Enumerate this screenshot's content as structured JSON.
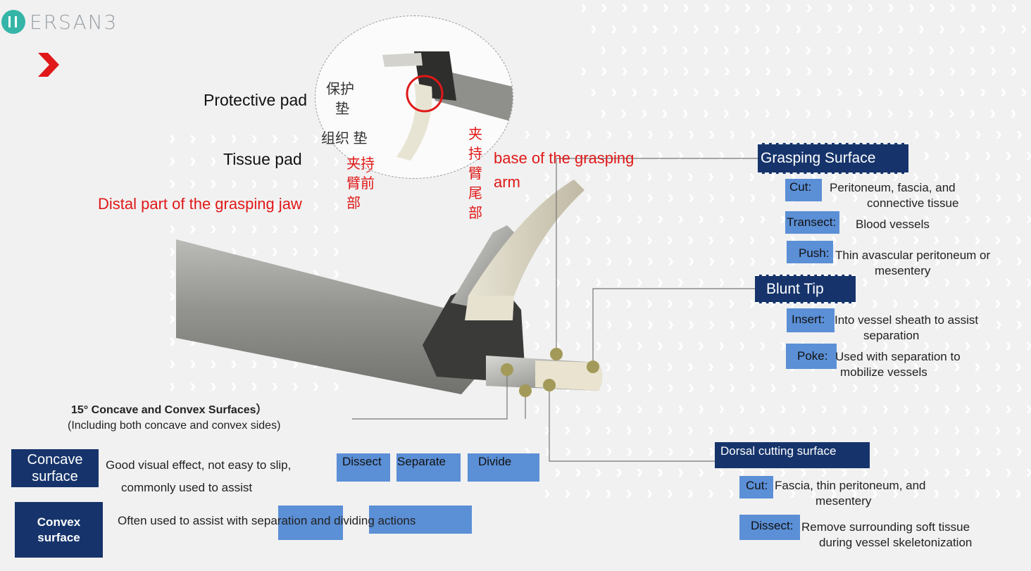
{
  "logo": {
    "text": "ERSAN3"
  },
  "colors": {
    "navy": "#16346b",
    "chip_blue": "#5b8fd6",
    "red": "#e01818",
    "dot": "#a39a5a"
  },
  "zoom_labels": {
    "protective_pad_en": "Protective pad",
    "protective_pad_cn_1": "保护",
    "protective_pad_cn_2": "垫",
    "tissue_pad_cn": "组织 垫",
    "tissue_pad_en": "Tissue pad",
    "distal_cn_1": "夹持",
    "distal_cn_2": "臂前",
    "distal_cn_3": "部",
    "base_cn_1": "夹",
    "base_cn_2": "持",
    "base_cn_3": "臂",
    "base_cn_4": "尾",
    "base_cn_5": "部",
    "base_en_1": "base of the grasping",
    "base_en_2": "arm",
    "distal_en": "Distal part of the grasping jaw"
  },
  "grasping": {
    "title": "Grasping Surface",
    "items": [
      {
        "chip": "Cut:",
        "line1": "Peritoneum, fascia, and",
        "line2": "connective tissue"
      },
      {
        "chip": "Transect:",
        "line1": "Blood vessels"
      },
      {
        "chip": "Push:",
        "line1": "Thin avascular peritoneum or",
        "line2": "mesentery"
      }
    ]
  },
  "blunt": {
    "title": "Blunt Tip",
    "items": [
      {
        "chip": "Insert:",
        "line1": "Into vessel sheath to assist",
        "line2": "separation"
      },
      {
        "chip": "Poke:",
        "line1": "Used with separation to",
        "line2": "mobilize vessels"
      }
    ]
  },
  "surfaces": {
    "title": "15° Concave and Convex Surfaces）",
    "subtitle": "(Including both concave and convex sides)"
  },
  "concave": {
    "label_1": "Concave",
    "label_2": "surface",
    "desc_1": "Good visual effect, not easy to slip,",
    "desc_2": "commonly used to assist",
    "chips": [
      "Dissect",
      "Separate",
      "Divide"
    ]
  },
  "convex": {
    "label_1": "Convex",
    "label_2": "surface",
    "desc_pre": "Often used to assist with ",
    "chip_1": "separation",
    "desc_mid": " and ",
    "chip_2": "dividing actions"
  },
  "dorsal": {
    "title": "Dorsal cutting surface",
    "items": [
      {
        "chip": "Cut:",
        "line1": "Fascia, thin peritoneum, and",
        "line2": "mesentery"
      },
      {
        "chip": "Dissect:",
        "line1": "Remove surrounding soft tissue",
        "line2": "during vessel skeletonization"
      }
    ]
  }
}
